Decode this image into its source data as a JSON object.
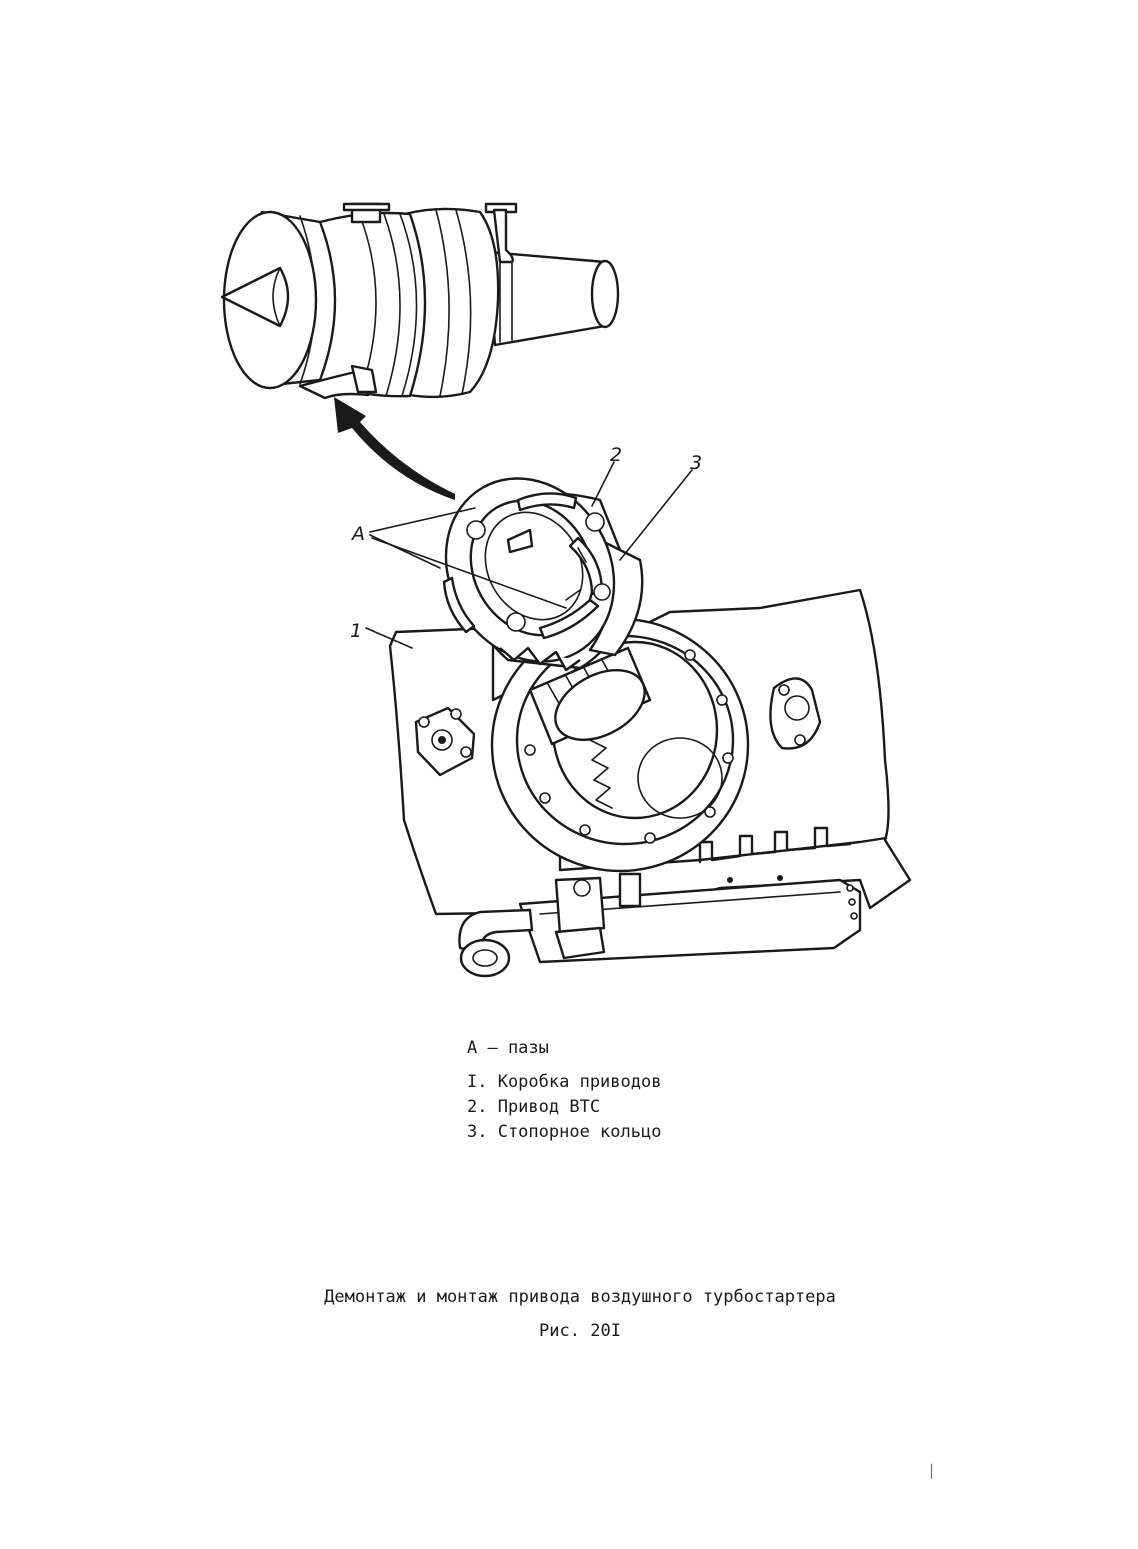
{
  "figure": {
    "callouts": [
      "А",
      "1",
      "2",
      "3"
    ]
  },
  "legend": {
    "items": [
      "А – пазы",
      "I. Коробка приводов",
      "2. Привод ВТС",
      "3. Стопорное кольцо"
    ]
  },
  "caption": {
    "title": "Демонтаж и монтаж привода воздушного турбостартера",
    "figure_number": "Рис. 20I"
  },
  "page_mark": "|"
}
